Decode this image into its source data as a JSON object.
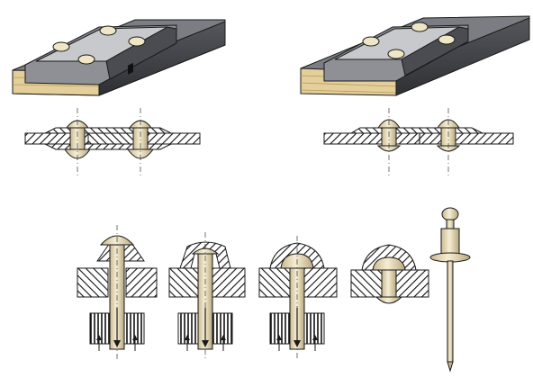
{
  "figure": {
    "panels": [
      {
        "id": "single-strap-joint",
        "kind": "3d-strap-joint",
        "rivet_count": 4
      },
      {
        "id": "double-strap-joint",
        "kind": "3d-strap-joint",
        "rivet_count": 4
      },
      {
        "id": "single-strap-section",
        "kind": "cross-section",
        "rivet_count": 2
      },
      {
        "id": "double-strap-section",
        "kind": "cross-section",
        "rivet_count": 2
      },
      {
        "id": "riveting-step-1",
        "kind": "riveting-step",
        "step": 1
      },
      {
        "id": "riveting-step-2",
        "kind": "riveting-step",
        "step": 2
      },
      {
        "id": "riveting-step-3",
        "kind": "riveting-step",
        "step": 3
      },
      {
        "id": "riveting-step-4",
        "kind": "riveting-step",
        "step": 4
      },
      {
        "id": "blind-rivet",
        "kind": "pop-rivet"
      }
    ],
    "colors": {
      "background": "#ffffff",
      "plate_top": "#8e9096",
      "plate_dark": "#4a4c52",
      "plate_edge": "#3a3c42",
      "strap_top": "#c8c9cc",
      "wood_edge": "#e4cf9a",
      "rivet_fill": "#ede4c8",
      "rivet_shade": "#c8b890",
      "hatch": "#111111",
      "outline": "#1a1a1a"
    }
  }
}
